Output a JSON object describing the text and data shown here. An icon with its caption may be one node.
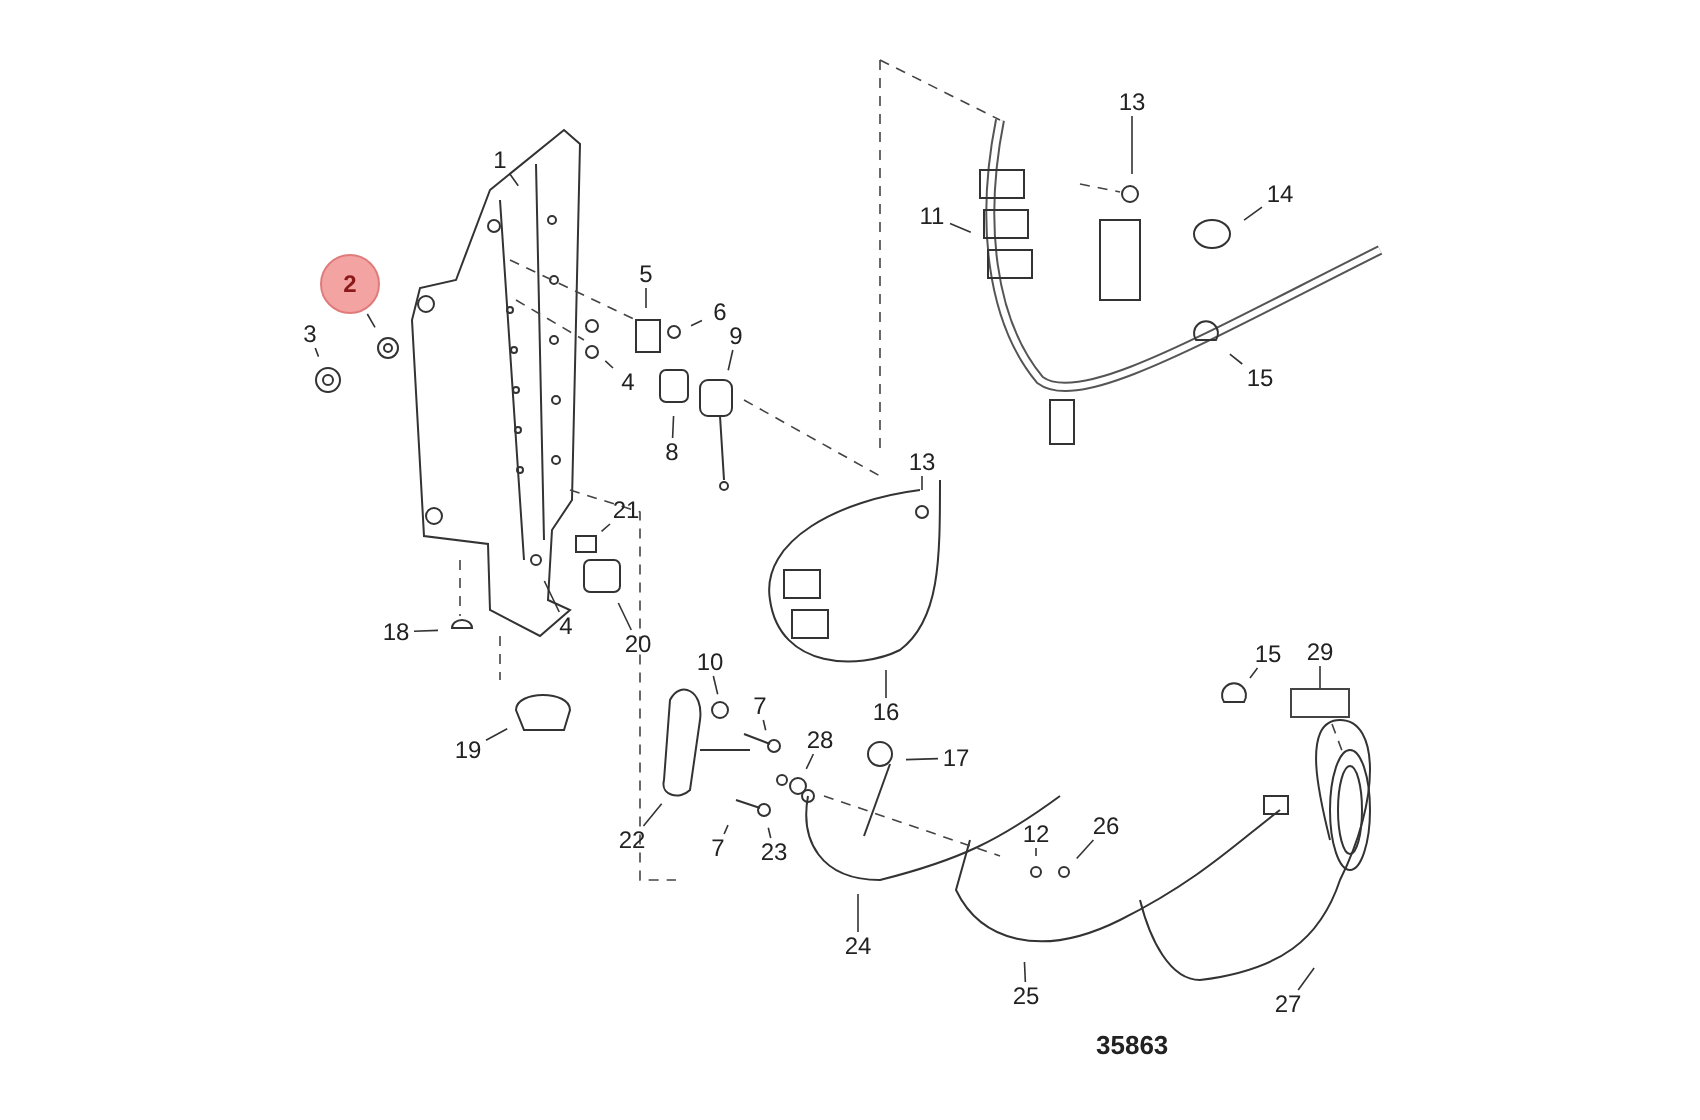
{
  "diagram": {
    "nodes": [
      {
        "text": [
          "13"
        ]
      },
      {
        "text": [
          "1"
        ]
      },
      {
        "text": [
          "14"
        ]
      },
      {
        "text": [
          "11"
        ]
      },
      {
        "text": [
          "5"
        ]
      },
      {
        "text": [
          "6"
        ]
      },
      {
        "text": [
          "2"
        ]
      },
      {
        "text": [
          "3"
        ]
      },
      {
        "text": [
          "9"
        ]
      },
      {
        "text": [
          "4"
        ]
      },
      {
        "text": [
          "15"
        ]
      },
      {
        "text": [
          "8"
        ]
      },
      {
        "text": [
          "13"
        ]
      },
      {
        "text": [
          "21"
        ]
      },
      {
        "text": [
          "4"
        ]
      },
      {
        "text": [
          "18"
        ]
      },
      {
        "text": [
          "20"
        ]
      },
      {
        "text": [
          "15"
        ]
      },
      {
        "text": [
          "29"
        ]
      },
      {
        "text": [],
        "shape": "box"
      },
      {
        "text": [
          "10"
        ]
      },
      {
        "text": [
          "7"
        ]
      },
      {
        "text": [
          "16"
        ]
      },
      {
        "text": [
          "28"
        ]
      },
      {
        "text": [
          "19"
        ]
      },
      {
        "text": [
          "17"
        ]
      },
      {
        "text": [
          "12"
        ]
      },
      {
        "text": [
          "23"
        ]
      },
      {
        "text": [
          "22"
        ]
      },
      {
        "text": [
          "26"
        ]
      },
      {
        "text": [
          "7"
        ]
      },
      {
        "text": [
          "24"
        ]
      },
      {
        "text": [
          "25"
        ]
      },
      {
        "text": [
          "27"
        ]
      }
    ],
    "edges": [
      {
        "from": 0,
        "to": null,
        "arrow": "none"
      },
      {
        "from": 1,
        "to": null,
        "arrow": "none"
      },
      {
        "from": 2,
        "to": null,
        "arrow": "none"
      },
      {
        "from": 3,
        "to": null,
        "arrow": "none"
      },
      {
        "from": 4,
        "to": null,
        "arrow": "none"
      },
      {
        "from": 5,
        "to": null,
        "arrow": "none"
      },
      {
        "from": 6,
        "to": null,
        "arrow": "none"
      },
      {
        "from": 7,
        "to": null,
        "arrow": "none"
      },
      {
        "from": 8,
        "to": null,
        "arrow": "none"
      },
      {
        "from": 9,
        "to": null,
        "arrow": "none"
      },
      {
        "from": 10,
        "to": null,
        "arrow": "none"
      },
      {
        "from": 11,
        "to": null,
        "arrow": "none"
      },
      {
        "from": 12,
        "to": null,
        "arrow": "none"
      },
      {
        "from": 13,
        "to": null,
        "arrow": "none"
      },
      {
        "from": 14,
        "to": null,
        "arrow": "none"
      },
      {
        "from": 15,
        "to": null,
        "arrow": "none"
      },
      {
        "from": 16,
        "to": null,
        "arrow": "none"
      },
      {
        "from": 17,
        "to": null,
        "arrow": "none"
      },
      {
        "from": 18,
        "to": 19,
        "arrow": "none"
      },
      {
        "from": 20,
        "to": null,
        "arrow": "none"
      },
      {
        "from": 21,
        "to": null,
        "arrow": "none"
      },
      {
        "from": 22,
        "to": null,
        "arrow": "none"
      },
      {
        "from": 23,
        "to": null,
        "arrow": "none"
      },
      {
        "from": 24,
        "to": null,
        "arrow": "none"
      },
      {
        "from": 25,
        "to": null,
        "arrow": "none"
      },
      {
        "from": 26,
        "to": null,
        "arrow": "none"
      },
      {
        "from": 27,
        "to": null,
        "arrow": "none"
      },
      {
        "from": 28,
        "to": null,
        "arrow": "none"
      },
      {
        "from": 29,
        "to": null,
        "arrow": "none"
      },
      {
        "from": 30,
        "to": null,
        "arrow": "none"
      },
      {
        "from": 31,
        "to": null,
        "arrow": "none"
      },
      {
        "from": 32,
        "to": null,
        "arrow": "none"
      },
      {
        "from": 33,
        "to": null,
        "arrow": "none"
      }
    ],
    "labels": [
      "35863"
    ]
  }
}
